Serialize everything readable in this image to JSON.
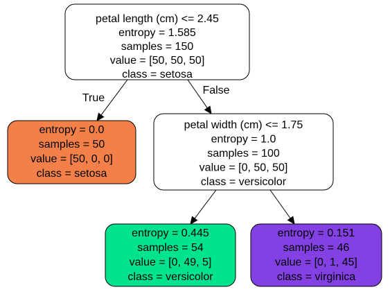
{
  "nodes": [
    {
      "id": "root",
      "fill": "#ffffff",
      "lines": [
        "petal length (cm) <= 2.45",
        "entropy = 1.585",
        "samples = 150",
        "value = [50, 50, 50]",
        "class = setosa"
      ]
    },
    {
      "id": "setosa-leaf",
      "fill": "#f28048",
      "lines": [
        "entropy = 0.0",
        "samples = 50",
        "value = [50, 0, 0]",
        "class = setosa"
      ]
    },
    {
      "id": "petal-width-split",
      "fill": "#ffffff",
      "lines": [
        "petal width (cm) <= 1.75",
        "entropy = 1.0",
        "samples = 100",
        "value = [0, 50, 50]",
        "class = versicolor"
      ]
    },
    {
      "id": "versicolor-leaf",
      "fill": "#00e38e",
      "lines": [
        "entropy = 0.445",
        "samples = 54",
        "value = [0, 49, 5]",
        "class = versicolor"
      ]
    },
    {
      "id": "virginica-leaf",
      "fill": "#8340e3",
      "lines": [
        "entropy = 0.151",
        "samples = 46",
        "value = [0, 1, 45]",
        "class = virginica"
      ]
    }
  ],
  "edges": [
    {
      "from": "root",
      "to": "setosa-leaf",
      "label": "True"
    },
    {
      "from": "root",
      "to": "petal-width-split",
      "label": "False"
    },
    {
      "from": "petal-width-split",
      "to": "versicolor-leaf",
      "label": ""
    },
    {
      "from": "petal-width-split",
      "to": "virginica-leaf",
      "label": ""
    }
  ]
}
